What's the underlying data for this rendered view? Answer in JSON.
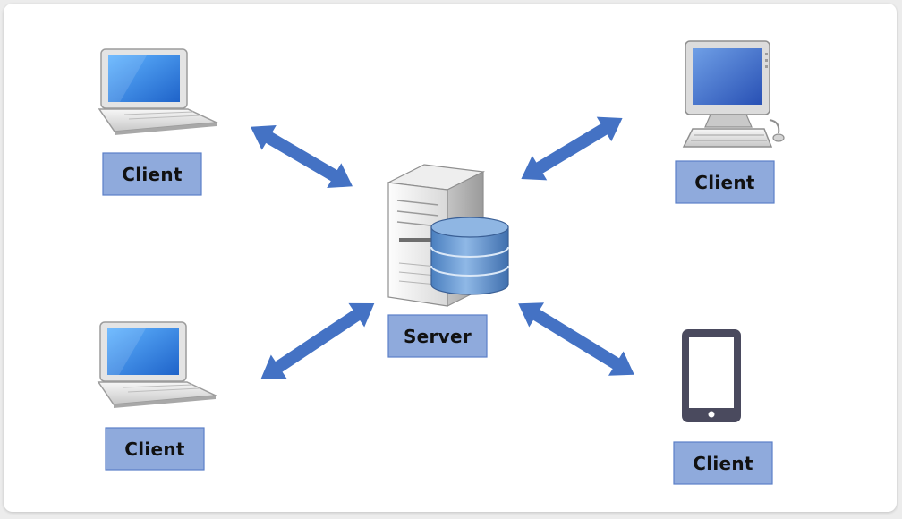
{
  "diagram": {
    "server": {
      "label": "Server",
      "icons": [
        "server-tower-icon",
        "database-icon"
      ]
    },
    "clients": [
      {
        "id": "top-left",
        "label": "Client",
        "icon": "laptop-icon"
      },
      {
        "id": "top-right",
        "label": "Client",
        "icon": "desktop-computer-icon"
      },
      {
        "id": "bottom-left",
        "label": "Client",
        "icon": "laptop-icon"
      },
      {
        "id": "bottom-right",
        "label": "Client",
        "icon": "mobile-phone-icon"
      }
    ],
    "connections": [
      {
        "from": "server",
        "to": "top-left",
        "type": "bidirectional"
      },
      {
        "from": "server",
        "to": "top-right",
        "type": "bidirectional"
      },
      {
        "from": "server",
        "to": "bottom-left",
        "type": "bidirectional"
      },
      {
        "from": "server",
        "to": "bottom-right",
        "type": "bidirectional"
      }
    ],
    "colors": {
      "label_fill": "#8faadc",
      "label_border": "#5b7fc7",
      "arrow": "#4472c4",
      "screen": "#2f7fd8",
      "database": "#5b8fc9"
    }
  }
}
